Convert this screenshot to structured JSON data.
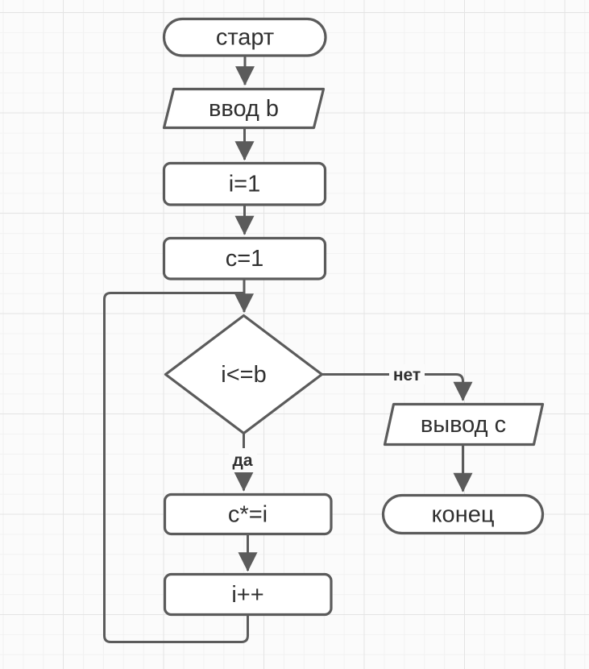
{
  "canvas": {
    "background": "#fbfbfb",
    "grid_minor": "#f2f2f2",
    "grid_major": "#e4e4e4"
  },
  "style": {
    "stroke": "#5b5b5b",
    "fill": "#ffffff",
    "text": "#303030"
  },
  "nodes": {
    "start": {
      "type": "terminator",
      "label": "старт"
    },
    "input_b": {
      "type": "input-output",
      "label": "ввод b"
    },
    "init_i": {
      "type": "process",
      "label": "i=1"
    },
    "init_c": {
      "type": "process",
      "label": "c=1"
    },
    "condition": {
      "type": "decision",
      "label": "i<=b"
    },
    "output_c": {
      "type": "input-output",
      "label": "вывод c"
    },
    "end": {
      "type": "terminator",
      "label": "конец"
    },
    "multiply": {
      "type": "process",
      "label": "c*=i"
    },
    "increment": {
      "type": "process",
      "label": "i++"
    }
  },
  "edges": {
    "yes_label": "да",
    "no_label": "нет"
  }
}
